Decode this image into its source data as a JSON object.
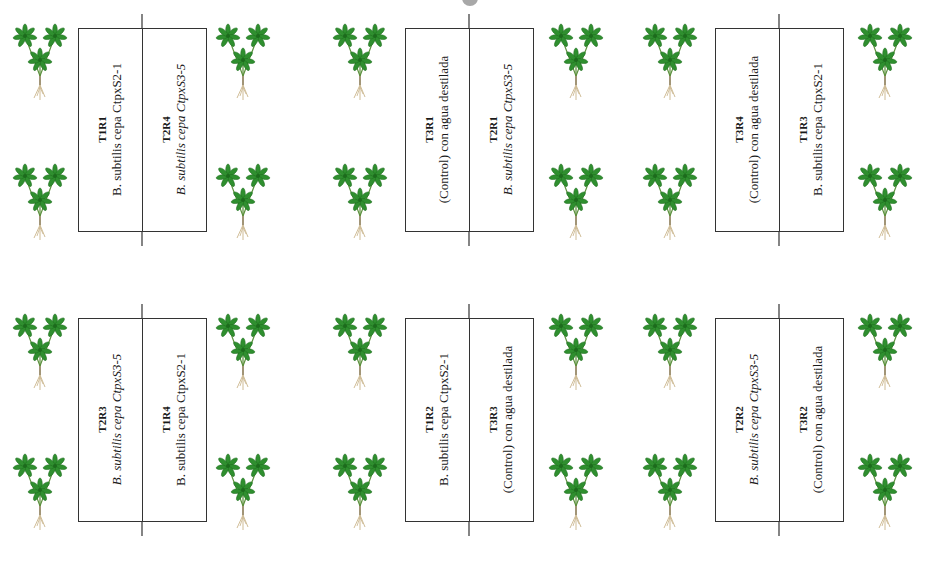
{
  "diagram": {
    "nodes": [
      {
        "text": [
          "T1R1",
          "B. subtilis cepa CtpxS2-1"
        ]
      },
      {
        "text": [
          "T2R4",
          "B. subtilis cepa CtpxS3-5"
        ]
      },
      {
        "text": [
          "T3R1",
          "(Control) con agua destilada"
        ]
      },
      {
        "text": [
          "T2R1",
          "B. subtilis cepa CtpxS3-5"
        ]
      },
      {
        "text": [
          "T3R4",
          "(Control) con agua destilada"
        ]
      },
      {
        "text": [
          "T1R3",
          "B. subtilis cepa CtpxS2-1"
        ]
      },
      {
        "text": [
          "T2R3",
          "B. subtilis cepa CtpxS3-5"
        ]
      },
      {
        "text": [
          "T1R4",
          "B. subtilis cepa CtpxS2-1"
        ]
      },
      {
        "text": [
          "T1R2",
          "B. subtilis cepa CtpxS2-1"
        ]
      },
      {
        "text": [
          "T3R3",
          "(Control) con agua destilada"
        ]
      },
      {
        "text": [
          "T2R2",
          "B. subtilis cepa CtpxS3-5"
        ]
      },
      {
        "text": [
          "T3R2",
          "(Control) con agua destilada"
        ]
      }
    ]
  }
}
